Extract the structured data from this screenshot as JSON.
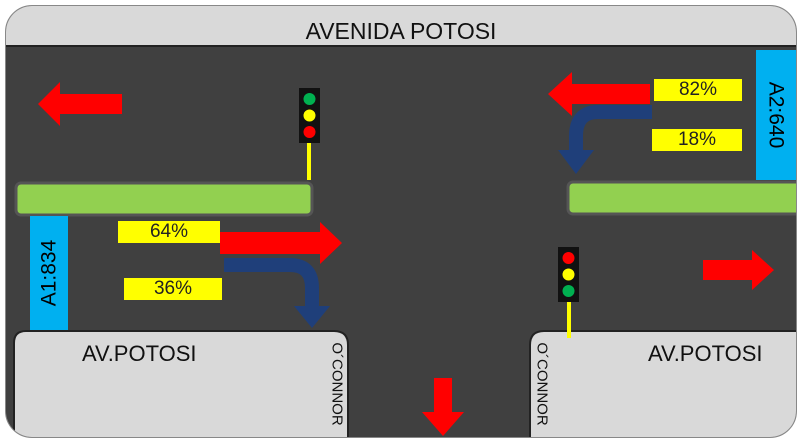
{
  "title": "AVENIDA POTOSI",
  "approaches": [
    {
      "label": "A1:834",
      "splits": [
        "64%",
        "36%"
      ]
    },
    {
      "label": "A2:640",
      "splits": [
        "82%",
        "18%"
      ]
    }
  ],
  "blocks": {
    "left_main": "AV.POTOSI",
    "left_side": "O´CONNOR",
    "right_main": "AV.POTOSI",
    "right_side": "O´CONNOR"
  },
  "colors": {
    "road": "#404040",
    "median": "#92d050",
    "arrow": "#ff0000",
    "turn_arrow": "#1f3f7a",
    "label_bg": "#ffff00",
    "volume_bg": "#00b0f0",
    "sidewalk": "#d9d9d9"
  },
  "icons": [
    "traffic-light-icon",
    "arrow-left-icon",
    "arrow-right-icon",
    "arrow-down-icon",
    "turn-arrow-icon"
  ]
}
